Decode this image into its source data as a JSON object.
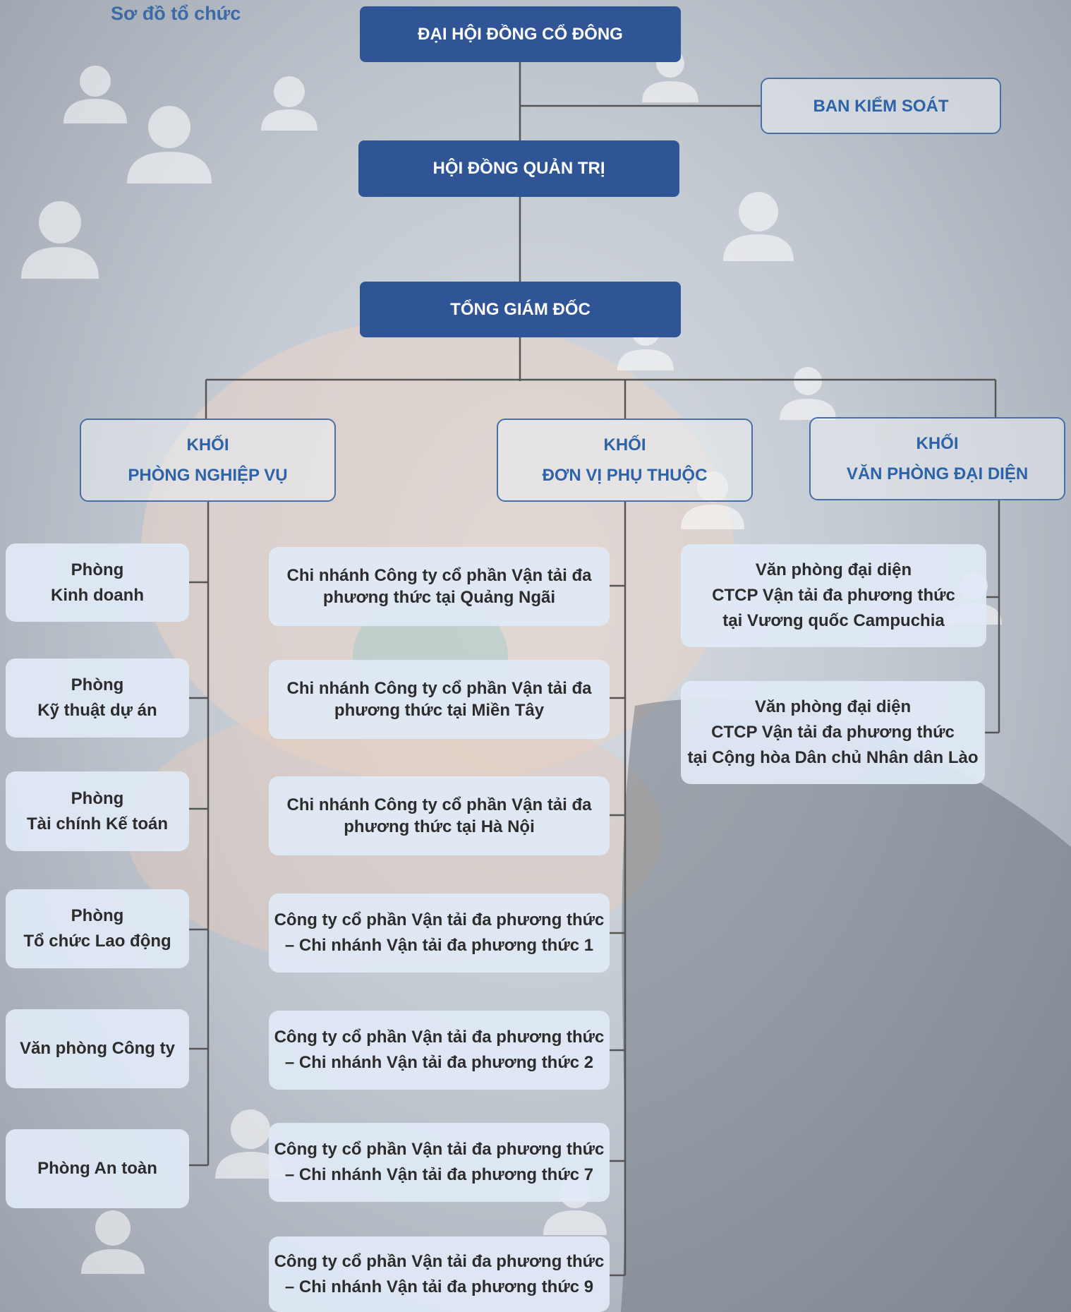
{
  "title": "Sơ đồ tổ chức",
  "colors": {
    "primary": "#2f5597",
    "accent_text": "#2e63a8",
    "light_box": "#e0e9f5",
    "line": "#555555"
  },
  "top": {
    "shareholders": "ĐẠI HỘI ĐỒNG CỔ ĐÔNG",
    "supervisory": "BAN KIỂM SOÁT",
    "board": "HỘI ĐỒNG QUẢN TRỊ",
    "ceo": "TỔNG GIÁM ĐỐC"
  },
  "blocks": {
    "business": [
      "KHỐI",
      "PHÒNG NGHIỆP VỤ"
    ],
    "units": [
      "KHỐI",
      "ĐƠN VỊ PHỤ THUỘC"
    ],
    "offices": [
      "KHỐI",
      "VĂN PHÒNG ĐẠI DIỆN"
    ]
  },
  "departments": [
    [
      "Phòng",
      "Kinh doanh"
    ],
    [
      "Phòng",
      "Kỹ thuật dự án"
    ],
    [
      "Phòng",
      "Tài chính Kế toán"
    ],
    [
      "Phòng",
      "Tổ chức Lao động"
    ],
    [
      "Văn phòng Công ty"
    ],
    [
      "Phòng An toàn"
    ]
  ],
  "units": [
    [
      "Chi nhánh Công ty cổ phần Vận tải đa",
      "phương thức tại Quảng Ngãi"
    ],
    [
      "Chi nhánh Công ty cổ phần Vận tải đa",
      "phương thức tại Miền Tây"
    ],
    [
      "Chi nhánh Công ty cổ phần Vận tải đa",
      "phương thức tại Hà Nội"
    ],
    [
      "Công ty cổ phần Vận tải đa phương thức",
      "– Chi nhánh Vận tải đa phương thức 1"
    ],
    [
      "Công ty cổ phần Vận tải đa phương thức",
      "– Chi nhánh Vận tải đa phương thức 2"
    ],
    [
      "Công ty cổ phần Vận tải đa phương thức",
      "– Chi nhánh Vận tải đa phương thức 7"
    ],
    [
      "Công ty cổ phần Vận tải đa phương thức",
      "– Chi nhánh Vận tải đa phương thức 9"
    ]
  ],
  "offices": [
    [
      "Văn phòng đại diện",
      "CTCP Vận tải đa phương thức",
      "tại Vương quốc Campuchia"
    ],
    [
      "Văn phòng đại diện",
      "CTCP Vận tải đa phương thức",
      "tại Cộng hòa Dân chủ Nhân dân Lào"
    ]
  ]
}
